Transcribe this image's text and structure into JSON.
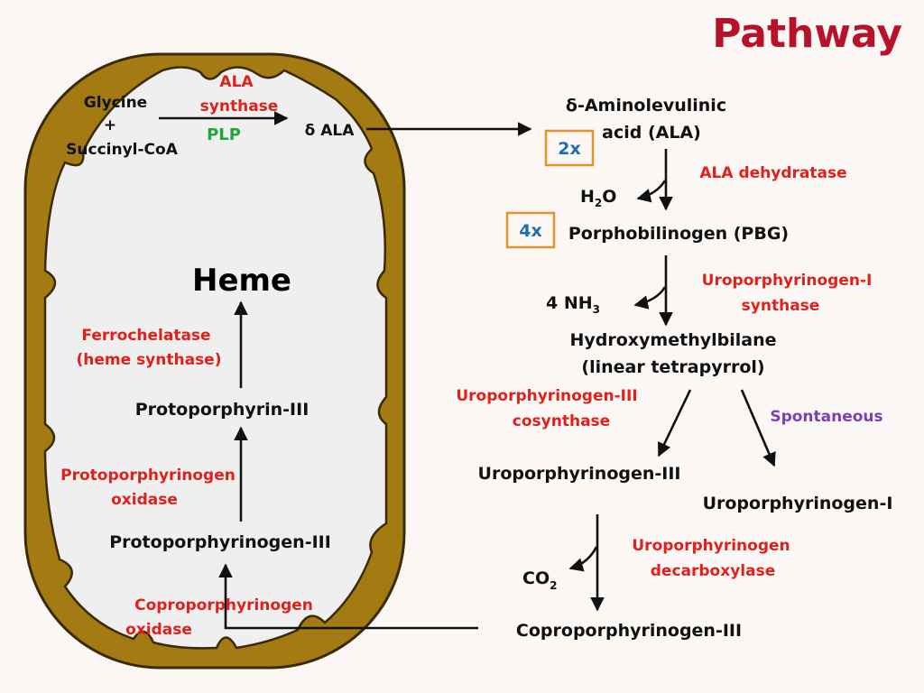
{
  "title": "Pathway",
  "colors": {
    "membrane": "#a37b12",
    "membrane_edge": "#3a2a05",
    "interior": "#efefef",
    "enzyme": "#e0201c",
    "cofactor": "#1fa83a",
    "spontaneous": "#7b3fb8",
    "title": "#b8122a",
    "multiplier_box": "#e8922b",
    "multiplier_text": "#1f6fb0"
  },
  "mitochondrion": {
    "glycine": "Glycine",
    "plus": "+",
    "succinyl_coa": "Succinyl-CoA",
    "ala_synthase_1": "ALA",
    "ala_synthase_2": "synthase",
    "plp": "PLP",
    "delta_ala": "δ ALA",
    "heme": "Heme",
    "ferrochelatase_1": "Ferrochelatase",
    "ferrochelatase_2": "(heme synthase)",
    "protoporphyrin": "Protoporphyrin-III",
    "protox_1": "Protoporphyrinogen",
    "protox_2": "oxidase",
    "protoporphyrinogen": "Protoporphyrinogen-III",
    "coprox_1": "Coproporphyrinogen",
    "coprox_2": "oxidase"
  },
  "cytosol": {
    "ala_1": "δ-Aminolevulinic",
    "ala_2": "acid (ALA)",
    "mult_2x": "2x",
    "ala_dehydratase": "ALA dehydratase",
    "h2o_h": "H",
    "h2o_sub": "2",
    "h2o_o": "O",
    "mult_4x": "4x",
    "pbg": "Porphobilinogen (PBG)",
    "nh3_main": "4 NH",
    "nh3_sub": "3",
    "uro1_synthase_1": "Uroporphyrinogen-I",
    "uro1_synthase_2": "synthase",
    "hmb_1": "Hydroxymethylbilane",
    "hmb_2": "(linear tetrapyrrol)",
    "uro3_cosynthase_1": "Uroporphyrinogen-III",
    "uro3_cosynthase_2": "cosynthase",
    "spontaneous": "Spontaneous",
    "uroporphyrinogen_iii": "Uroporphyrinogen-III",
    "uroporphyrinogen_i": "Uroporphyrinogen-I",
    "co2_main": "CO",
    "co2_sub": "2",
    "uro_decarb_1": "Uroporphyrinogen",
    "uro_decarb_2": "decarboxylase",
    "coproporphyrinogen": "Coproporphyrinogen-III"
  }
}
